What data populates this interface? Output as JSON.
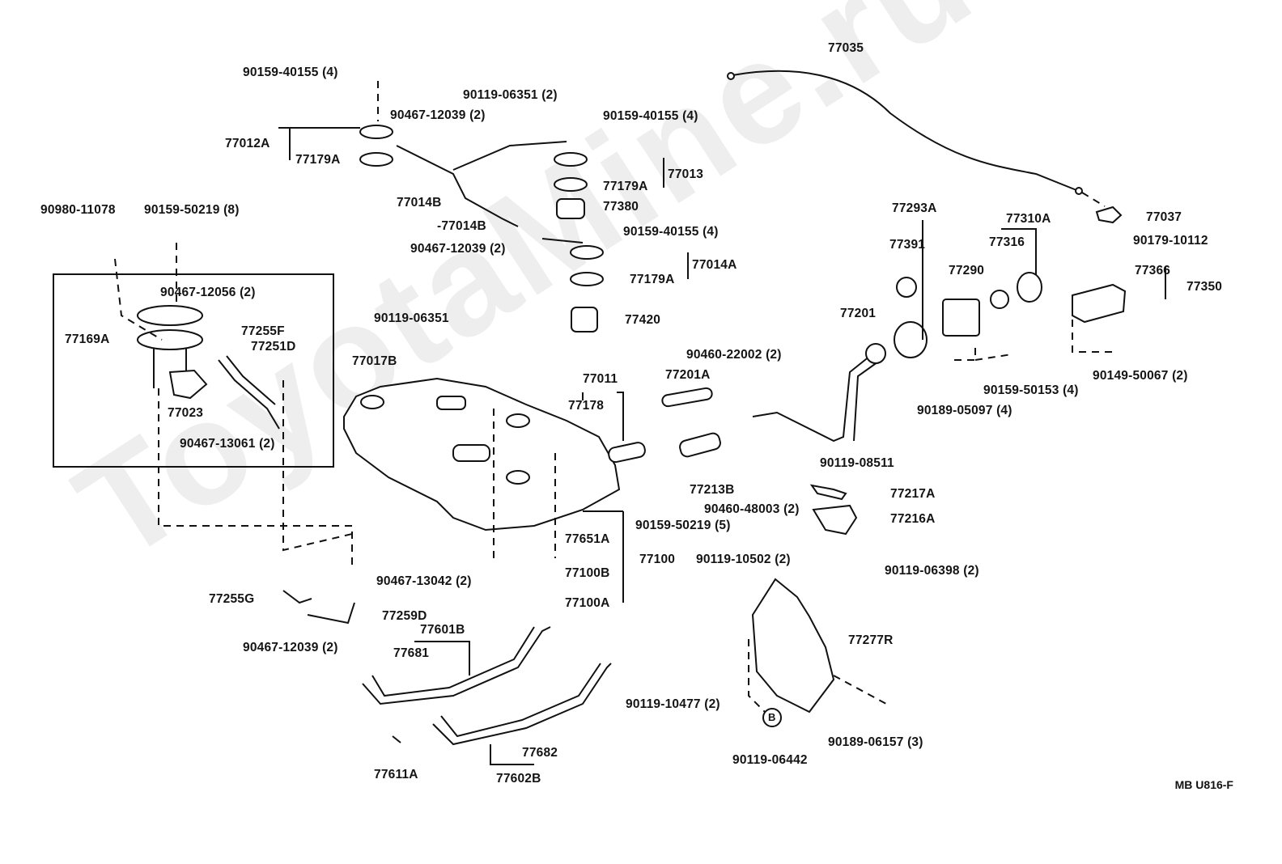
{
  "watermark": "ToyotaMine.ru",
  "diagram_code": "MB U816-F",
  "labels": [
    {
      "id": "l1",
      "text": "90159-40155 (4)"
    },
    {
      "id": "l2",
      "text": "77012A"
    },
    {
      "id": "l3",
      "text": "77179A"
    },
    {
      "id": "l4",
      "text": "90467-12039 (2)"
    },
    {
      "id": "l5",
      "text": "77014B"
    },
    {
      "id": "l6",
      "text": "90119-06351 (2)"
    },
    {
      "id": "l7",
      "text": "90159-40155 (4)"
    },
    {
      "id": "l8",
      "text": "77179A"
    },
    {
      "id": "l9",
      "text": "77013"
    },
    {
      "id": "l10",
      "text": "77380"
    },
    {
      "id": "l11",
      "text": "-77014B"
    },
    {
      "id": "l12",
      "text": "90159-40155 (4)"
    },
    {
      "id": "l13",
      "text": "90467-12039 (2)"
    },
    {
      "id": "l14",
      "text": "77014A"
    },
    {
      "id": "l15",
      "text": "77179A"
    },
    {
      "id": "l16",
      "text": "77420"
    },
    {
      "id": "l17",
      "text": "77035"
    },
    {
      "id": "l18",
      "text": "90980-11078"
    },
    {
      "id": "l19",
      "text": "90159-50219 (8)"
    },
    {
      "id": "l20",
      "text": "90467-12056 (2)"
    },
    {
      "id": "l21",
      "text": "77169A"
    },
    {
      "id": "l22",
      "text": "77255F"
    },
    {
      "id": "l23",
      "text": "77251D"
    },
    {
      "id": "l24",
      "text": "77023"
    },
    {
      "id": "l25",
      "text": "90467-13061 (2)"
    },
    {
      "id": "l26",
      "text": "90119-06351"
    },
    {
      "id": "l27",
      "text": "77017B"
    },
    {
      "id": "l28",
      "text": "77293A"
    },
    {
      "id": "l29",
      "text": "77391"
    },
    {
      "id": "l30",
      "text": "77310A"
    },
    {
      "id": "l31",
      "text": "77316"
    },
    {
      "id": "l32",
      "text": "77290"
    },
    {
      "id": "l33",
      "text": "77037"
    },
    {
      "id": "l34",
      "text": "90179-10112"
    },
    {
      "id": "l35",
      "text": "77366"
    },
    {
      "id": "l36",
      "text": "77350"
    },
    {
      "id": "l37",
      "text": "77201"
    },
    {
      "id": "l38",
      "text": "90159-50153 (4)"
    },
    {
      "id": "l39",
      "text": "90189-05097 (4)"
    },
    {
      "id": "l40",
      "text": "90149-50067 (2)"
    },
    {
      "id": "l41",
      "text": "77011"
    },
    {
      "id": "l42",
      "text": "77178"
    },
    {
      "id": "l43",
      "text": "77201A"
    },
    {
      "id": "l44",
      "text": "90460-22002 (2)"
    },
    {
      "id": "l45",
      "text": "77213B"
    },
    {
      "id": "l46",
      "text": "90460-48003 (2)"
    },
    {
      "id": "l47",
      "text": "90159-50219 (5)"
    },
    {
      "id": "l48",
      "text": "90119-08511"
    },
    {
      "id": "l49",
      "text": "77217A"
    },
    {
      "id": "l50",
      "text": "77216A"
    },
    {
      "id": "l51",
      "text": "90119-10502 (2)"
    },
    {
      "id": "l52",
      "text": "90119-06398 (2)"
    },
    {
      "id": "l53",
      "text": "77651A"
    },
    {
      "id": "l54",
      "text": "77100"
    },
    {
      "id": "l55",
      "text": "77100B"
    },
    {
      "id": "l56",
      "text": "77100A"
    },
    {
      "id": "l57",
      "text": "90467-13042 (2)"
    },
    {
      "id": "l58",
      "text": "77255G"
    },
    {
      "id": "l59",
      "text": "77259D"
    },
    {
      "id": "l60",
      "text": "90467-12039 (2)"
    },
    {
      "id": "l61",
      "text": "77601B"
    },
    {
      "id": "l62",
      "text": "77681"
    },
    {
      "id": "l63",
      "text": "90119-10477 (2)"
    },
    {
      "id": "l64",
      "text": "77682"
    },
    {
      "id": "l65",
      "text": "77611A"
    },
    {
      "id": "l66",
      "text": "77602B"
    },
    {
      "id": "l67",
      "text": "77277R"
    },
    {
      "id": "l68",
      "text": "90119-06442"
    },
    {
      "id": "l69",
      "text": "90189-06157 (3)"
    },
    {
      "id": "l70",
      "text": "B"
    }
  ]
}
